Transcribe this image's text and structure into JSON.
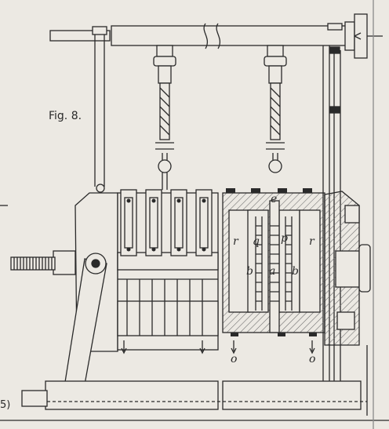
{
  "figure": {
    "caption": "Fig. 8.",
    "edge_text": "5)"
  },
  "labels": {
    "e": "e",
    "r_left": "r",
    "q": "q",
    "p": "p",
    "r_right": "r",
    "b_left": "b",
    "a": "a",
    "b_right": "b",
    "o_left": "o",
    "o_right": "o"
  },
  "colors": {
    "paper": "#ece9e3",
    "ink": "#2a2a2a",
    "hatch": "#6a6a6a"
  }
}
